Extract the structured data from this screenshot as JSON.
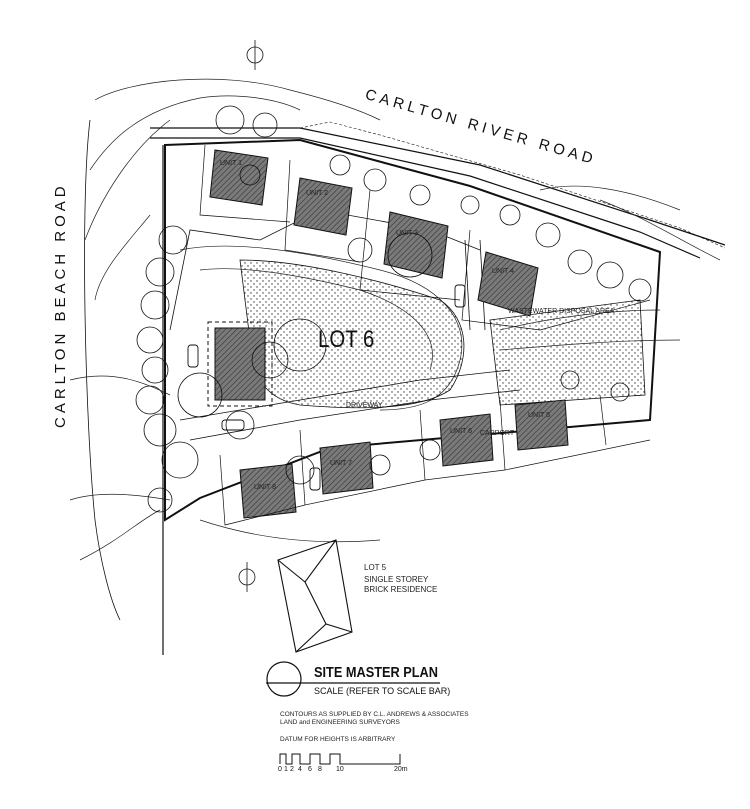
{
  "roads": {
    "carlton_river": "CARLTON RIVER ROAD",
    "carlton_beach": "CARLTON BEACH ROAD"
  },
  "lot6": {
    "title": "LOT 6",
    "driveway": "DRIVEWAY",
    "wastewater": "WASTEWATER DISPOSAL AREA",
    "carport": "CARPORT"
  },
  "units": [
    "UNIT 1",
    "UNIT 2",
    "UNIT 3",
    "UNIT 4",
    "UNIT 5",
    "UNIT 6",
    "UNIT 7",
    "UNIT 8"
  ],
  "lot5": {
    "name": "LOT 5",
    "storey": "SINGLE STOREY",
    "type": "BRICK RESIDENCE"
  },
  "title_block": {
    "title": "SITE MASTER PLAN",
    "scale": "SCALE (REFER TO SCALE BAR)",
    "note1": "CONTOURS AS SUPPLIED BY C.L. ANDREWS & ASSOCIATES",
    "note2": "LAND and ENGINEERING SURVEYORS",
    "datum": "DATUM FOR HEIGHTS IS ARBITRARY",
    "scale_ticks": [
      "0",
      "1",
      "2",
      "4",
      "6",
      "8",
      "10",
      "20m"
    ]
  },
  "colors": {
    "ink": "#111111",
    "building_fill": "#6a6a6a",
    "paper": "#ffffff"
  }
}
